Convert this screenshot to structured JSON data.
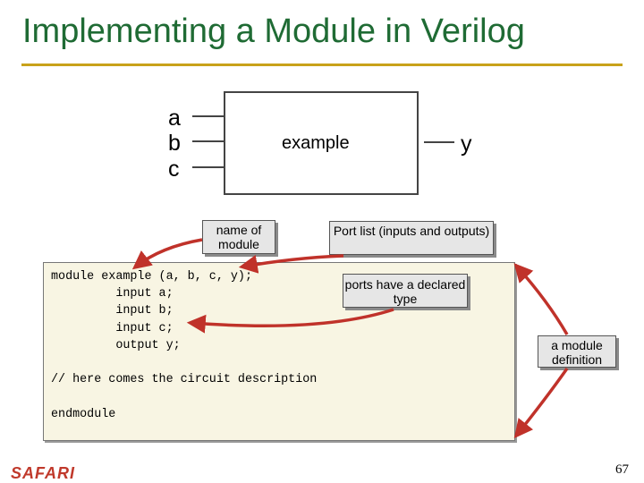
{
  "slide": {
    "title": "Implementing a Module in Verilog",
    "page_number": "67",
    "logo_text": "SAFARI"
  },
  "block": {
    "module_name": "example",
    "inputs": [
      "a",
      "b",
      "c"
    ],
    "output": "y"
  },
  "callouts": {
    "name": "name of module",
    "ports": "Port list (inputs and outputs)",
    "types": "ports have a declared type",
    "definition": "a module definition"
  },
  "code": {
    "text": "module example (a, b, c, y);\n         input a;\n         input b;\n         input c;\n         output y;\n\n// here comes the circuit description\n\nendmodule"
  },
  "colors": {
    "title": "#1f6b34",
    "rule": "#c8a21a",
    "arrow": "#c0322a",
    "code_bg": "#f8f5e3",
    "callout_bg": "#e6e6e6"
  }
}
